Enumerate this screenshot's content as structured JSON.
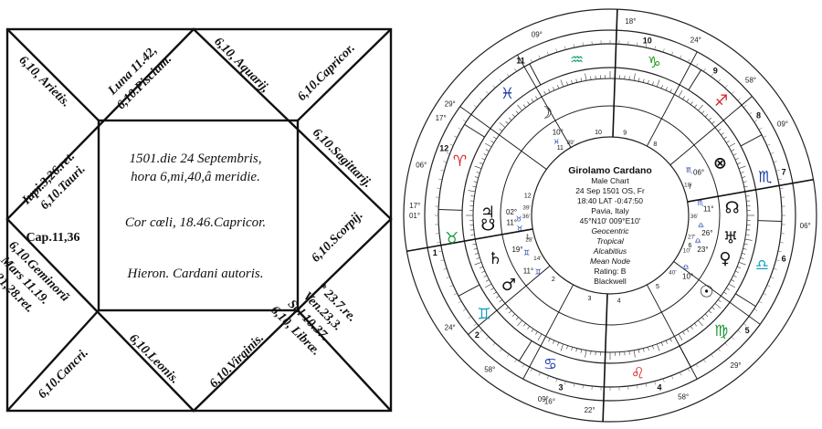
{
  "old_chart": {
    "center_lines": [
      "1501.die 24 Septembris,",
      "hora 6,mi,40,â meridie.",
      "Cor cœli, 18.46.Capricor.",
      "Hieron. Cardani autoris."
    ],
    "houses": {
      "top_left": [
        "6,10, Arietis."
      ],
      "top": [
        "Luna 11.42,",
        "6,10.Piscium."
      ],
      "top_right_a": [
        "6,10, Aquarij,"
      ],
      "top_right_b": [
        "6,10.Capricor."
      ],
      "left_upper": [
        "Iupi.3,26.ret.",
        "6,10.Tauri."
      ],
      "left_mid": [
        "Cap.11,36"
      ],
      "right_upper": [
        "6,10.Sagittarij."
      ],
      "right_mid": [
        "6,10.Scorpij."
      ],
      "left_lower": [
        "6,10.Geminorũ",
        "Mars 11.19.",
        "ħ.21,28.ret."
      ],
      "right_lower": [
        "* 23.7.re.",
        "Ven.23,3.",
        "Sol 10.37.",
        "6,10, Libræ."
      ],
      "bottom_left": [
        "6,10.Cancri."
      ],
      "bottom_a": [
        "6,10.Leonis."
      ],
      "bottom_b": [
        "6,10.Virginis."
      ]
    }
  },
  "wheel": {
    "name": "Girolamo Cardano",
    "subtitle": "Male Chart",
    "date_line": "24 Sep 1501 OS, Fr",
    "time_line": "18:40  LAT -0:47:50",
    "place": "Pavia, Italy",
    "coords": "45°N10' 009°E10'",
    "options": [
      "Geocentric",
      "Tropical",
      "Alcabitius",
      "Mean Node"
    ],
    "rating": "Rating: B",
    "source": "Blackwell",
    "outer_labels": [
      {
        "ang": 112,
        "text": "09°"
      },
      {
        "ang": 84,
        "text": "18°"
      },
      {
        "ang": 64,
        "text": "24°"
      },
      {
        "ang": 44,
        "text": "58°"
      },
      {
        "ang": 28,
        "text": "09°"
      },
      {
        "ang": -3,
        "text": "06°"
      },
      {
        "ang": -50,
        "text": "29°"
      },
      {
        "ang": -68,
        "text": "58°"
      },
      {
        "ang": -96,
        "text": "22°"
      },
      {
        "ang": -110,
        "text": "09°"
      },
      {
        "ang": -128,
        "text": "58°"
      },
      {
        "ang": -145,
        "text": "24°"
      },
      {
        "ang": -180,
        "text": "01°"
      },
      {
        "ang": 177,
        "text": "17°"
      },
      {
        "ang": 165,
        "text": "06°"
      },
      {
        "ang": 145,
        "text": "29°"
      },
      {
        "ang": -108,
        "text": "16°"
      },
      {
        "ang": 150,
        "text": "17°"
      }
    ],
    "house_numbers": [
      {
        "ang": 120,
        "text": "11"
      },
      {
        "ang": 78,
        "text": "10"
      },
      {
        "ang": 54,
        "text": "9"
      },
      {
        "ang": 34,
        "text": "8"
      },
      {
        "ang": 14,
        "text": "7"
      },
      {
        "ang": -14,
        "text": "6"
      },
      {
        "ang": -40,
        "text": "5"
      },
      {
        "ang": -74,
        "text": "4"
      },
      {
        "ang": -106,
        "text": "3"
      },
      {
        "ang": -138,
        "text": "2"
      },
      {
        "ang": -168,
        "text": "1"
      },
      {
        "ang": 158,
        "text": "12"
      }
    ],
    "inner_house_numbers": [
      {
        "ang": 98,
        "text": "10"
      },
      {
        "ang": 80,
        "text": "9"
      },
      {
        "ang": 58,
        "text": "8"
      },
      {
        "ang": 20,
        "text": "7"
      },
      {
        "ang": -20,
        "text": "6"
      },
      {
        "ang": -56,
        "text": "5"
      },
      {
        "ang": -84,
        "text": "4"
      },
      {
        "ang": -104,
        "text": "3"
      },
      {
        "ang": -132,
        "text": "2"
      },
      {
        "ang": -166,
        "text": "1"
      },
      {
        "ang": 166,
        "text": "12"
      },
      {
        "ang": 126,
        "text": "11"
      }
    ],
    "planets": [
      {
        "ang": 122,
        "glyph": "☽",
        "deg": "10°",
        "sign": "♓",
        "min": "39'"
      },
      {
        "ang": 26,
        "glyph": "⊗",
        "deg": "06°",
        "sign": "♏",
        "min": "18'"
      },
      {
        "ang": 4,
        "glyph": "☊",
        "deg": "11°",
        "sign": "♏",
        "min": "36'"
      },
      {
        "ang": -10,
        "glyph": "♅",
        "deg": "26°",
        "sign": "♎",
        "min": "27'"
      },
      {
        "ang": -20,
        "glyph": "♀",
        "deg": "23°",
        "sign": "♎",
        "min": "10'"
      },
      {
        "ang": -38,
        "glyph": "☉",
        "deg": "10°",
        "sign": "♎",
        "min": "40'"
      },
      {
        "ang": 178,
        "glyph": "♃",
        "deg": "02°",
        "sign": "♉",
        "min": "39'"
      },
      {
        "ang": -176,
        "glyph": "☋",
        "deg": "11°",
        "sign": "♉",
        "min": "36'"
      },
      {
        "ang": -146,
        "glyph": "♂",
        "deg": "11°",
        "sign": "♊",
        "min": "14'"
      },
      {
        "ang": -160,
        "glyph": "♄",
        "deg": "19°",
        "sign": "♊",
        "min": "28'"
      }
    ],
    "signs": [
      {
        "ang": 102,
        "glyph": "♒",
        "color": "#1a9c7b"
      },
      {
        "ang": 74,
        "glyph": "♑",
        "color": "#1aa01a"
      },
      {
        "ang": 46,
        "glyph": "♐",
        "color": "#d22222"
      },
      {
        "ang": 14,
        "glyph": "♏",
        "color": "#1a3aa8"
      },
      {
        "ang": -18,
        "glyph": "♎",
        "color": "#1aa0c0"
      },
      {
        "ang": -46,
        "glyph": "♍",
        "color": "#1a9c3a"
      },
      {
        "ang": -80,
        "glyph": "♌",
        "color": "#d22222"
      },
      {
        "ang": -112,
        "glyph": "♋",
        "color": "#1a3aa8"
      },
      {
        "ang": -142,
        "glyph": "♊",
        "color": "#1aa0c0"
      },
      {
        "ang": -172,
        "glyph": "♉",
        "color": "#1a9c3a"
      },
      {
        "ang": 160,
        "glyph": "♈",
        "color": "#d22222"
      },
      {
        "ang": 130,
        "glyph": "♓",
        "color": "#1a3aa8"
      }
    ],
    "cusp_angles": [
      88,
      62,
      40,
      10,
      -36,
      -62,
      -92,
      -118,
      -140,
      -170,
      144,
      120
    ]
  }
}
